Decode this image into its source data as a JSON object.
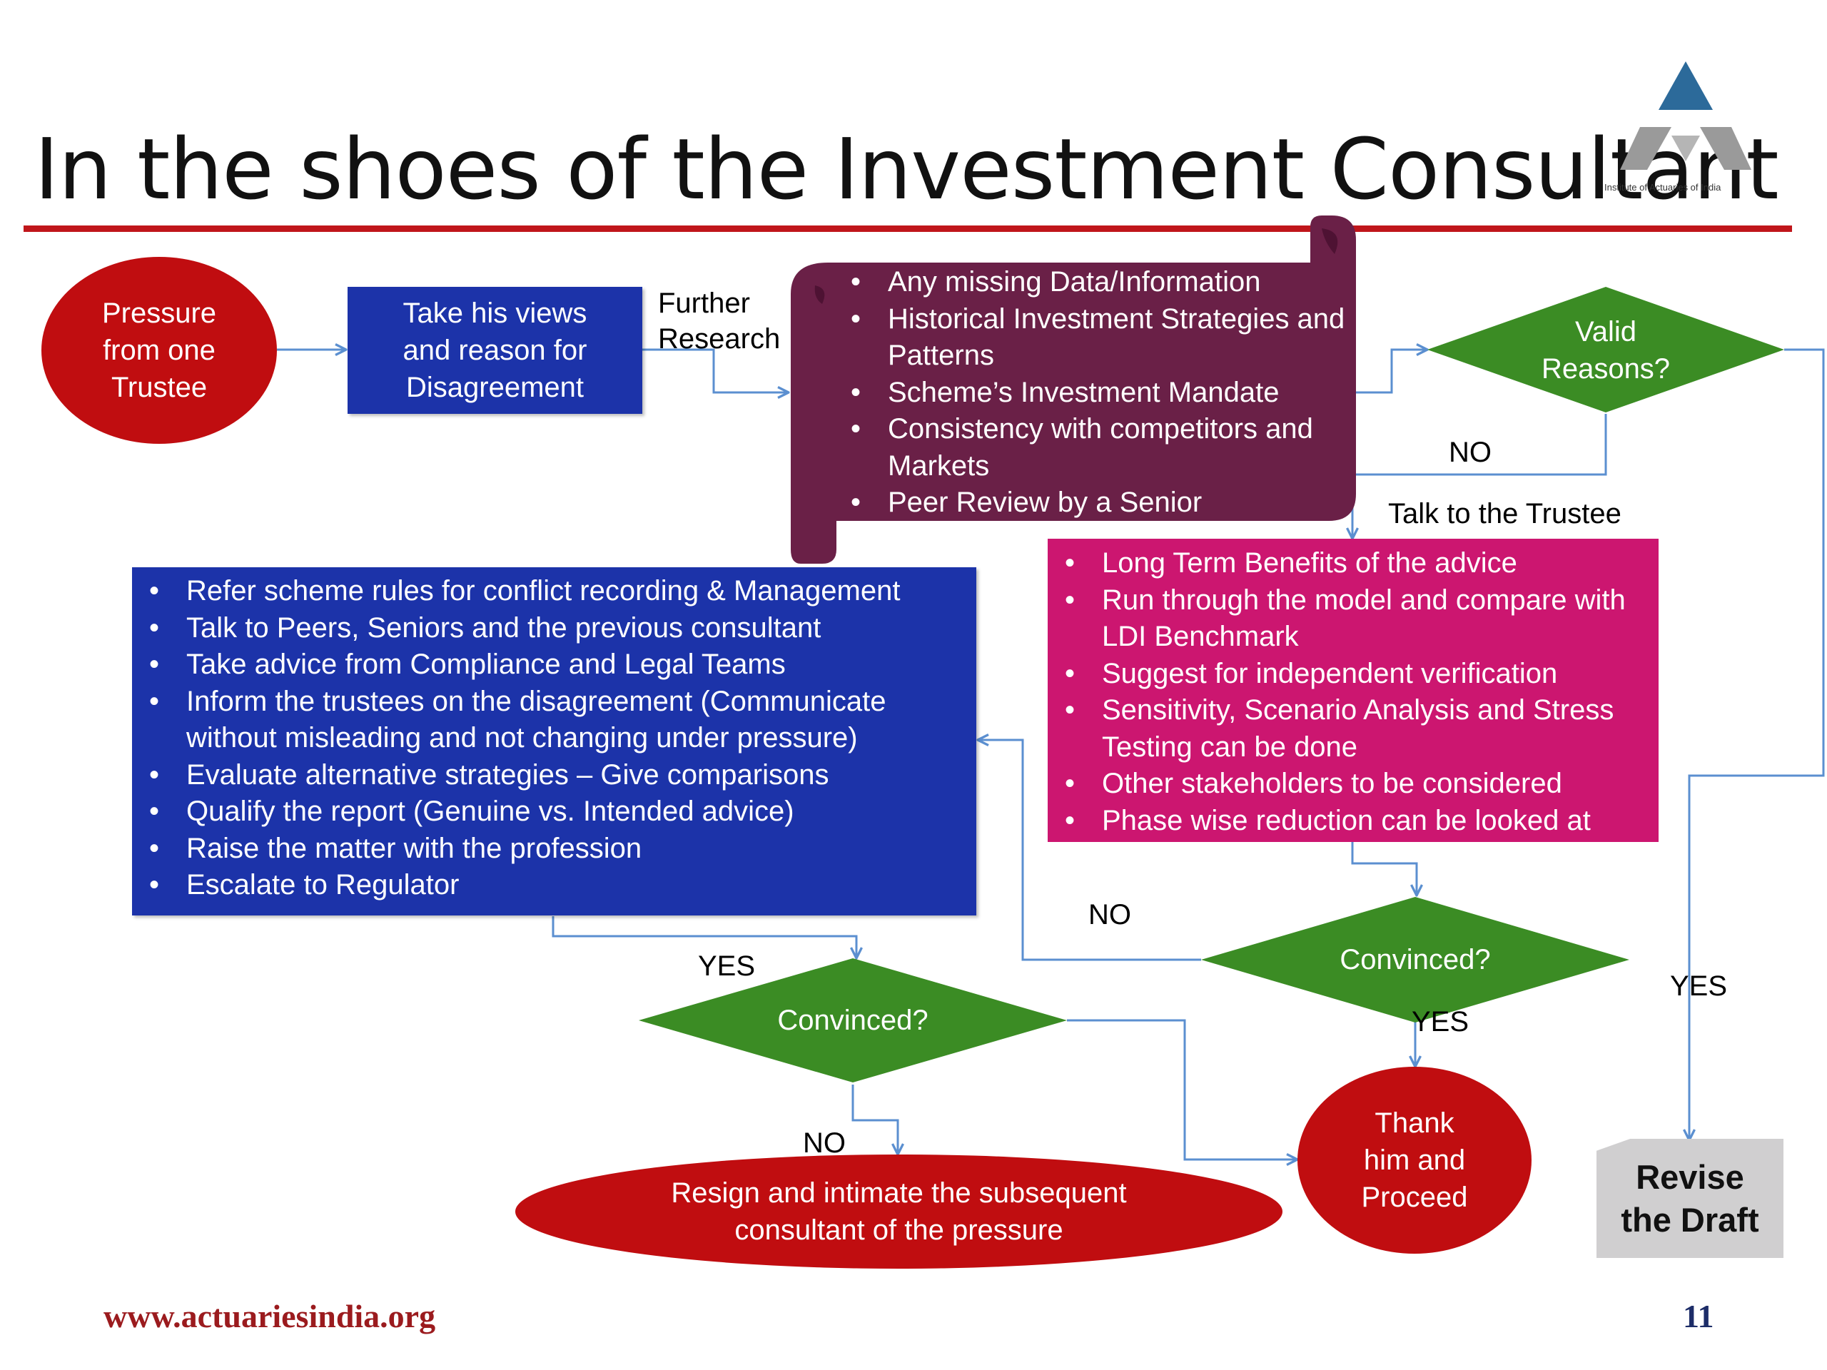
{
  "slide": {
    "title": "In the shoes of the Investment Consultant",
    "logo_caption": "Institute of Actuaries of India",
    "footer_url": "www.actuariesindia.org",
    "page_number": "11"
  },
  "nodes": {
    "pressure": {
      "line1": "Pressure",
      "line2": "from one",
      "line3": "Trustee"
    },
    "take_views": {
      "line1": "Take his views",
      "line2": "and reason for",
      "line3": "Disagreement"
    },
    "research_list": [
      "Any missing Data/Information",
      "Historical Investment Strategies and Patterns",
      "Scheme’s Investment Mandate",
      "Consistency with competitors and Markets",
      "Peer Review by a Senior"
    ],
    "valid_reasons": {
      "line1": "Valid",
      "line2": "Reasons?"
    },
    "trustee_list": [
      "Long Term Benefits of the advice",
      "Run through the model and compare with LDI Benchmark",
      "Suggest for independent verification",
      "Sensitivity, Scenario Analysis and Stress Testing can be done",
      "Other stakeholders to be considered",
      "Phase wise reduction can be looked at"
    ],
    "escalate_list": [
      "Refer scheme rules for conflict recording & Management",
      "Talk to Peers, Seniors and the previous consultant",
      "Take advice from Compliance and Legal Teams",
      "Inform the trustees on the disagreement (Communicate without misleading and not changing under pressure)",
      "Evaluate alternative strategies – Give comparisons",
      "Qualify the report (Genuine vs. Intended advice)",
      "Raise the matter with the profession",
      "Escalate to Regulator"
    ],
    "convinced_right": "Convinced?",
    "convinced_left": "Convinced?",
    "thank": {
      "line1": "Thank",
      "line2": "him and",
      "line3": "Proceed"
    },
    "resign": {
      "line1": "Resign and intimate the subsequent",
      "line2": "consultant of the pressure"
    },
    "revise": {
      "line1": "Revise",
      "line2": "the Draft"
    }
  },
  "labels": {
    "further": "Further",
    "research": "Research",
    "no_valid": "NO",
    "talk_trustee": "Talk to the Trustee",
    "no_convinced_right": "NO",
    "yes_convinced_right": "YES",
    "yes_valid": "YES",
    "yes_convinced_left": "YES",
    "no_convinced_left": "NO"
  },
  "colors": {
    "red": "#c00d10",
    "blue": "#1c33a9",
    "purple": "#6a2047",
    "magenta": "#cc1670",
    "green": "#3b8c24",
    "connector": "#5b8fd0",
    "rule": "#c0161b",
    "logo": "#2c6a9a"
  }
}
